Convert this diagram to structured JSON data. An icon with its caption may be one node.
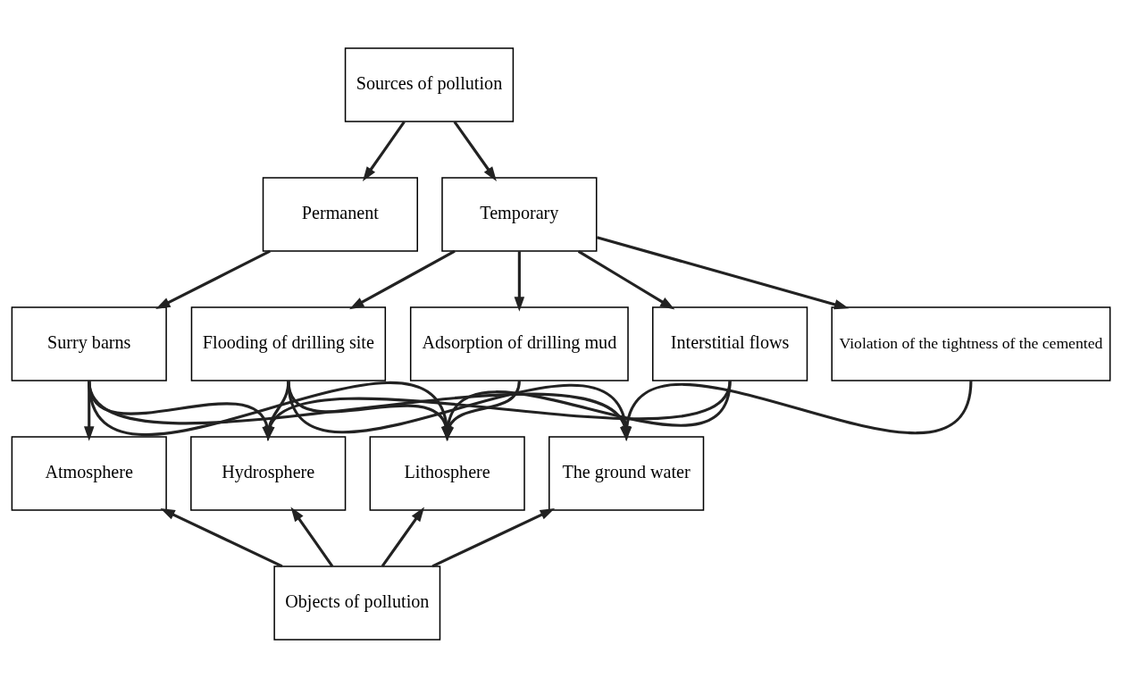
{
  "diagram": {
    "nodes": [
      {
        "text": [
          "Sources of pollution"
        ]
      },
      {
        "text": [
          "Permanent"
        ]
      },
      {
        "text": [
          "Temporary"
        ]
      },
      {
        "text": [
          "Surry barns"
        ]
      },
      {
        "text": [
          "Flooding of drilling site"
        ]
      },
      {
        "text": [
          "Adsorption of drilling mud"
        ]
      },
      {
        "text": [
          "Interstitial flows"
        ]
      },
      {
        "text": [
          "Violation of the tightness of the cemented"
        ]
      },
      {
        "text": [
          "Atmosphere"
        ]
      },
      {
        "text": [
          "Hydrosphere"
        ]
      },
      {
        "text": [
          "Lithosphere"
        ]
      },
      {
        "text": [
          "The ground water"
        ]
      },
      {
        "text": [
          "Objects of pollution"
        ]
      }
    ],
    "edges": [
      {
        "from": 0,
        "to": 1,
        "arrow": "to"
      },
      {
        "from": 0,
        "to": 2,
        "arrow": "to"
      },
      {
        "from": 1,
        "to": 3,
        "arrow": "to"
      },
      {
        "from": 2,
        "to": 4,
        "arrow": "to"
      },
      {
        "from": 2,
        "to": 5,
        "arrow": "to"
      },
      {
        "from": 2,
        "to": 6,
        "arrow": "to"
      },
      {
        "from": 2,
        "to": 7,
        "arrow": "to"
      },
      {
        "from": 3,
        "to": 8,
        "arrow": "to"
      },
      {
        "from": 3,
        "to": 9,
        "arrow": "to"
      },
      {
        "from": 3,
        "to": 10,
        "arrow": "to"
      },
      {
        "from": 3,
        "to": 11,
        "arrow": "to"
      },
      {
        "from": 4,
        "to": 9,
        "arrow": "to"
      },
      {
        "from": 4,
        "to": 10,
        "arrow": "to"
      },
      {
        "from": 4,
        "to": 11,
        "arrow": "to"
      },
      {
        "from": 5,
        "to": 10,
        "arrow": "to"
      },
      {
        "from": 6,
        "to": 9,
        "arrow": "to"
      },
      {
        "from": 6,
        "to": 10,
        "arrow": "to"
      },
      {
        "from": 7,
        "to": 11,
        "arrow": "to"
      },
      {
        "from": 12,
        "to": 8,
        "arrow": "to"
      },
      {
        "from": 12,
        "to": 9,
        "arrow": "to"
      },
      {
        "from": 12,
        "to": 10,
        "arrow": "to"
      },
      {
        "from": 12,
        "to": 11,
        "arrow": "to"
      }
    ]
  }
}
